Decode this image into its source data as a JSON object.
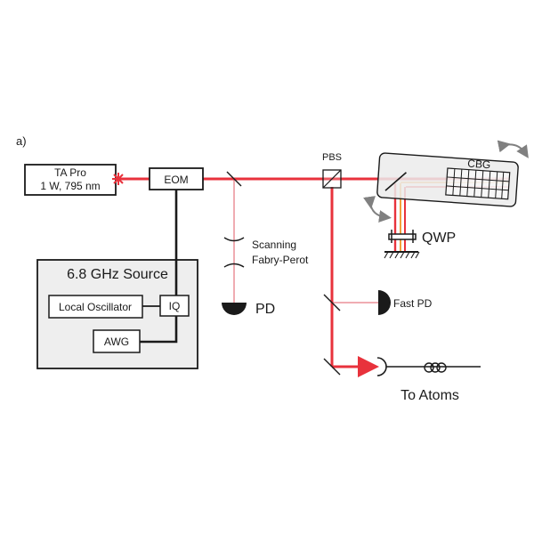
{
  "panel_label": "a)",
  "laser": {
    "line1": "TA Pro",
    "line2": "1 W, 795 nm"
  },
  "eom": "EOM",
  "source": {
    "title": "6.8 GHz Source",
    "local_oscillator": "Local Oscillator",
    "iq": "IQ",
    "awg": "AWG"
  },
  "fabry_perot": {
    "line1": "Scanning",
    "line2": "Fabry-Perot"
  },
  "pd": "PD",
  "pbs": "PBS",
  "cbg": "CBG",
  "qwp": "QWP",
  "fast_pd": "Fast PD",
  "to_atoms": "To Atoms",
  "colors": {
    "beam": "#e8323c",
    "beam_thin": "#e05a64",
    "box_fill": "#eeeeee",
    "cbg_fill": "#ebebeb",
    "stroke": "#1a1a1a",
    "arrow": "#808080"
  }
}
